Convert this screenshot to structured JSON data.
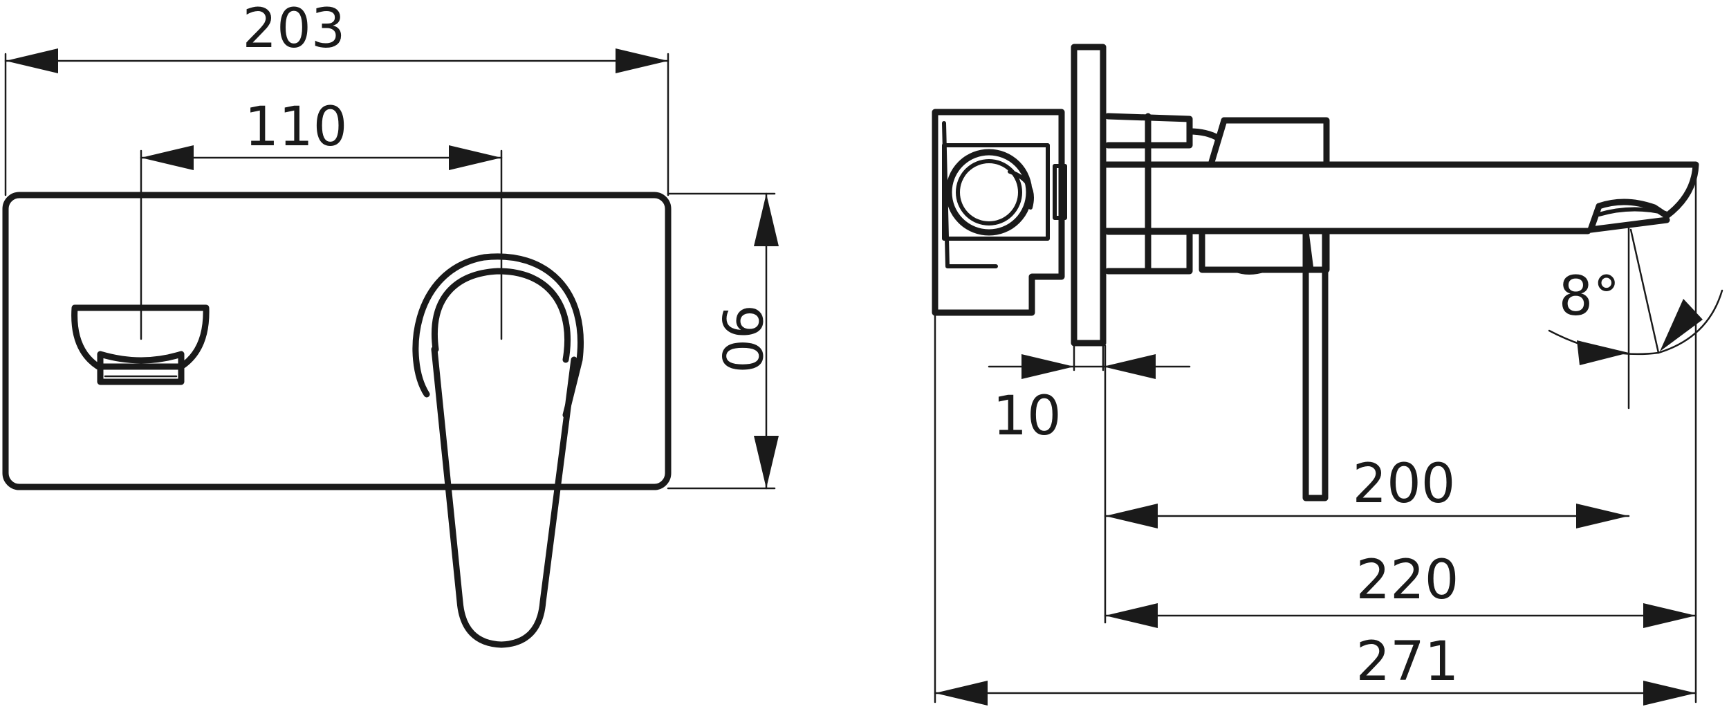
{
  "labels": {
    "front_width": "203",
    "spout_spacing": "110",
    "plate_height": "90",
    "plate_thickness": "10",
    "angle": "8°",
    "projection_200": "200",
    "projection_220": "220",
    "overall_271": "271"
  },
  "colors": {
    "line": "#1a1a1a",
    "background": "#ffffff"
  }
}
